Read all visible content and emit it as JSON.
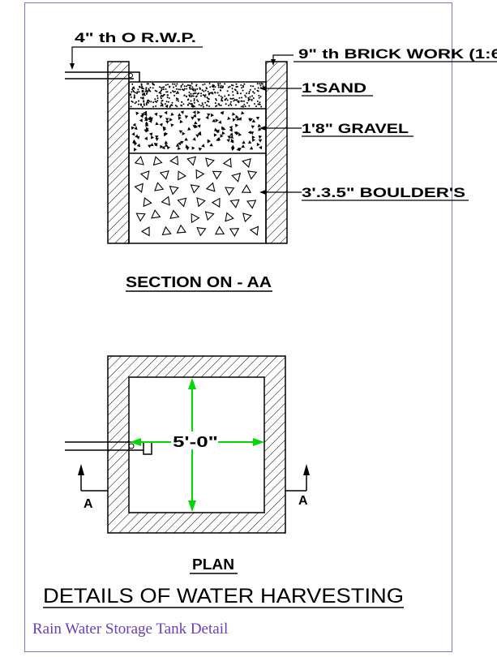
{
  "labels": {
    "pipe": "4\" th O R.W.P.",
    "brick": "9\" th BRICK WORK (1:6",
    "sand": "1'SAND",
    "gravel": "1'8\" GRAVEL",
    "boulder": "3'.3.5\" BOULDER'S",
    "section_title": "SECTION ON - AA",
    "dimension": "5'-0\"",
    "section_mark_left": "A",
    "section_mark_right": "A",
    "plan_title": "PLAN",
    "main_title": "DETAILS OF WATER HARVESTING",
    "caption": "Rain Water Storage Tank Detail"
  },
  "colors": {
    "frame": "#8e6fc1",
    "ink": "#000000",
    "dimension": "#00d600",
    "caption": "#6a3fb0"
  }
}
